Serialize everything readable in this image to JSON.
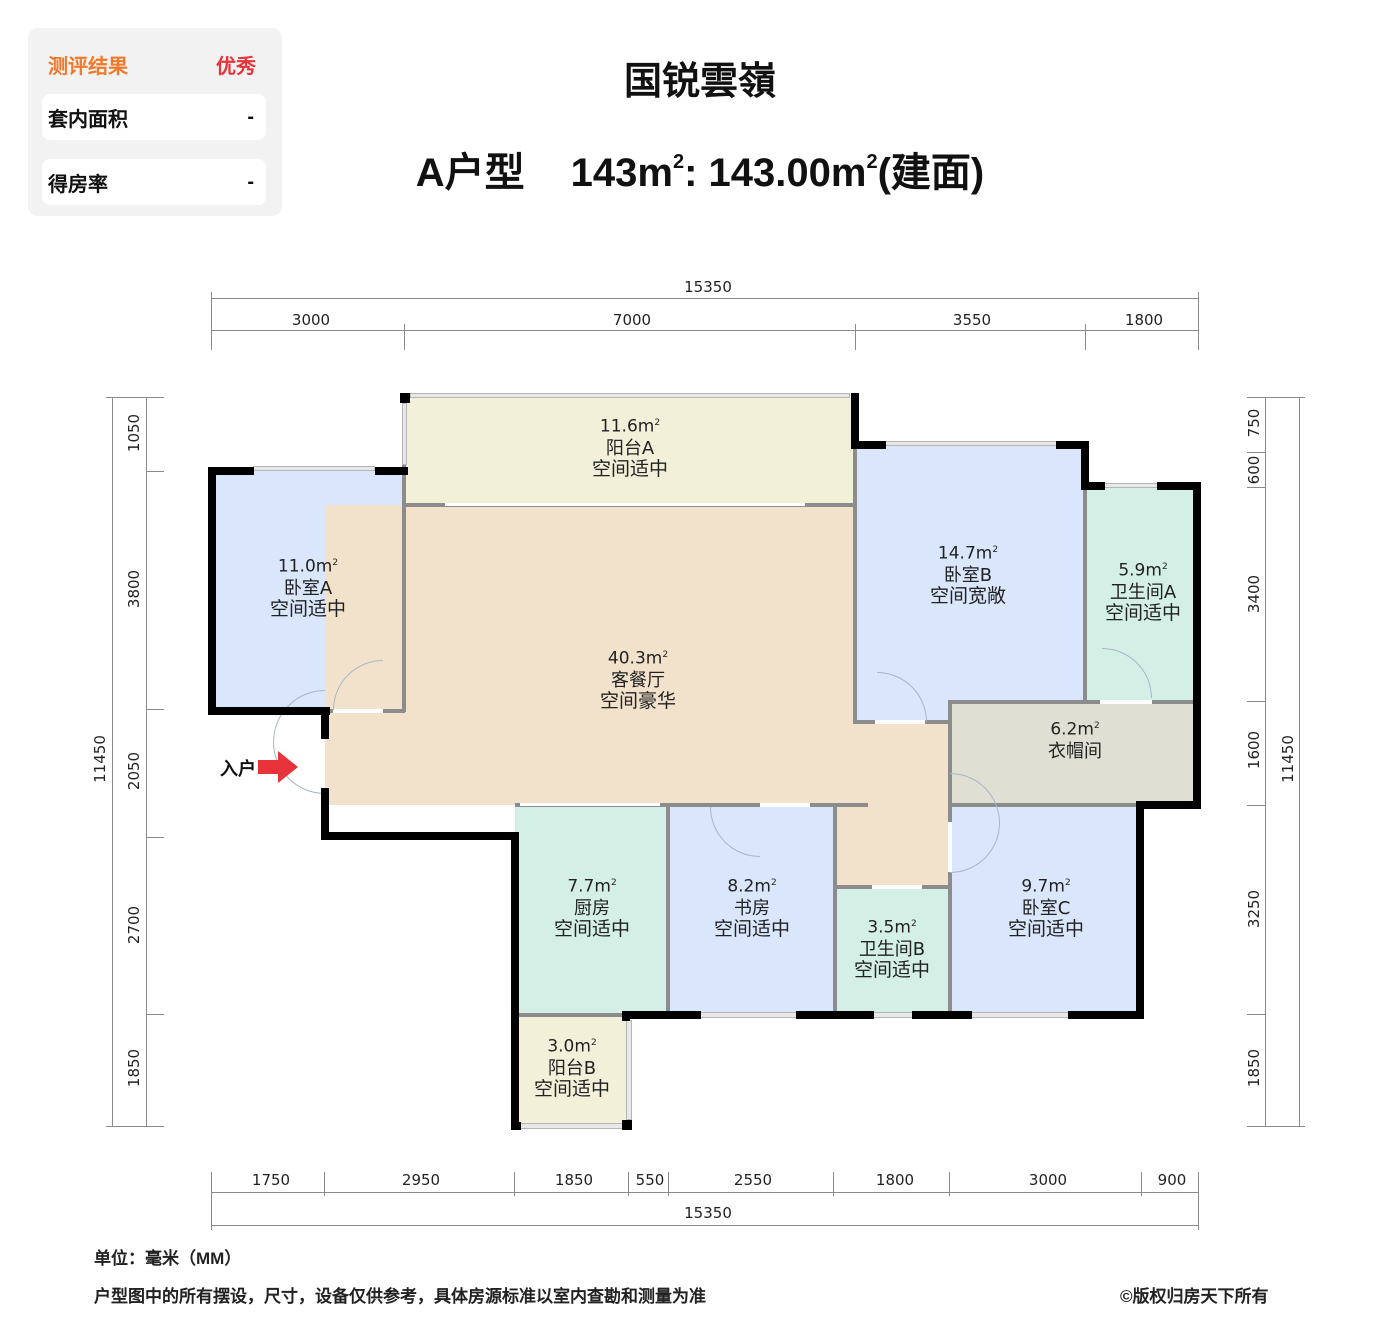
{
  "evaluation": {
    "label": "测评结果",
    "result": "优秀",
    "rows": [
      {
        "label": "套内面积",
        "value": "-"
      },
      {
        "label": "得房率",
        "value": "-"
      }
    ]
  },
  "header": {
    "project_name": "国锐雲嶺",
    "unit_type": "A户型",
    "area_text": "143m",
    "area_full": "143.00m",
    "area_suffix": "(建面)",
    "sup": "2"
  },
  "dimensions": {
    "top_total": "15350",
    "top": [
      "3000",
      "7000",
      "3550",
      "1800"
    ],
    "bottom": [
      "1750",
      "2950",
      "1850",
      "550",
      "2550",
      "1800",
      "3000",
      "900"
    ],
    "bottom_total": "15350",
    "left_total": "11450",
    "left": [
      "1050",
      "3800",
      "2050",
      "2700",
      "1850"
    ],
    "right": [
      "750",
      "600",
      "3400",
      "1600",
      "3250",
      "1850"
    ],
    "right_total": "11450"
  },
  "rooms": {
    "balcony_a": {
      "area": "11.6m",
      "name": "阳台A",
      "rating": "空间适中",
      "color": "#f3f0da"
    },
    "bedroom_a": {
      "area": "11.0m",
      "name": "卧室A",
      "rating": "空间适中",
      "color": "#d9e6fb"
    },
    "living": {
      "area": "40.3m",
      "name": "客餐厅",
      "rating": "空间豪华",
      "color": "#f2e2cb"
    },
    "bedroom_b": {
      "area": "14.7m",
      "name": "卧室B",
      "rating": "空间宽敞",
      "color": "#d9e6fb"
    },
    "bath_a": {
      "area": "5.9m",
      "name": "卫生间A",
      "rating": "空间适中",
      "color": "#d3efe6"
    },
    "closet": {
      "area": "6.2m",
      "name": "衣帽间",
      "rating": "",
      "color": "#dfe0d3"
    },
    "kitchen": {
      "area": "7.7m",
      "name": "厨房",
      "rating": "空间适中",
      "color": "#d3efe6"
    },
    "study": {
      "area": "8.2m",
      "name": "书房",
      "rating": "空间适中",
      "color": "#d9e6fb"
    },
    "bath_b": {
      "area": "3.5m",
      "name": "卫生间B",
      "rating": "空间适中",
      "color": "#d3efe6"
    },
    "bedroom_c": {
      "area": "9.7m",
      "name": "卧室C",
      "rating": "空间适中",
      "color": "#d9e6fb"
    },
    "balcony_b": {
      "area": "3.0m",
      "name": "阳台B",
      "rating": "空间适中",
      "color": "#f3f0da"
    }
  },
  "entry": {
    "label": "入户",
    "arrow_color": "#e8333a"
  },
  "footer": {
    "unit_note": "单位：毫米（MM）",
    "disclaimer": "户型图中的所有摆设，尺寸，设备仅供参考，具体房源标准以室内查勘和测量为准",
    "copyright": "©版权归房天下所有"
  }
}
